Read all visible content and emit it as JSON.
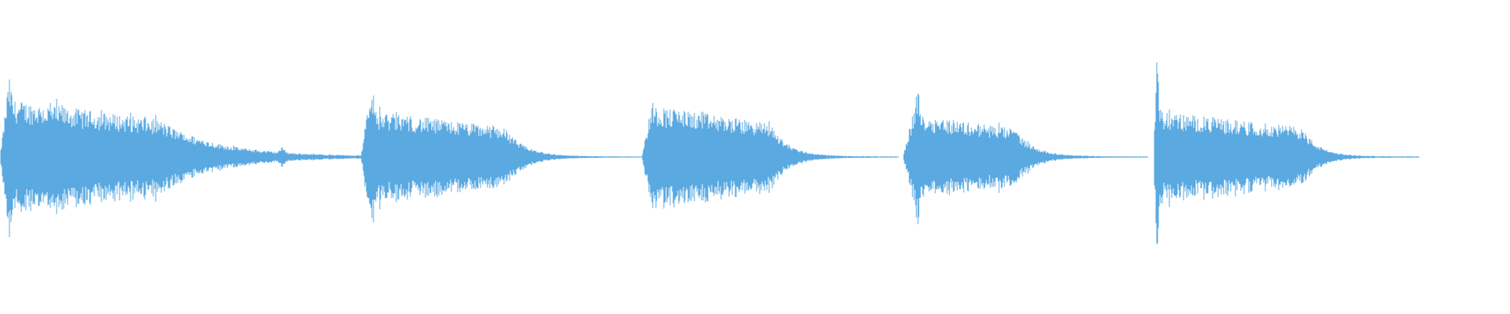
{
  "waveform": {
    "color": "#5aa9e1",
    "background": "#ffffff",
    "segments": [
      {
        "name": "hit-1",
        "start": 0.0,
        "attack": 0.006,
        "sustainEnd": 0.105,
        "tail": 0.37,
        "peak": 0.56,
        "body": 0.4,
        "residue": [
          0.136,
          0.148,
          0.187
        ]
      },
      {
        "name": "hit-2",
        "start": 0.239,
        "attack": 0.246,
        "sustainEnd": 0.334,
        "tail": 0.425,
        "peak": 0.56,
        "body": 0.32,
        "residue": [
          0.34,
          0.35
        ]
      },
      {
        "name": "hit-3",
        "start": 0.425,
        "attack": 0.432,
        "sustainEnd": 0.51,
        "tail": 0.595,
        "peak": 0.4,
        "body": 0.36,
        "residue": []
      },
      {
        "name": "hit-4",
        "start": 0.598,
        "attack": 0.608,
        "sustainEnd": 0.672,
        "tail": 0.76,
        "peak": 0.48,
        "body": 0.3,
        "residue": []
      },
      {
        "name": "hit-5",
        "start": 0.764,
        "attack": 0.766,
        "sustainEnd": 0.862,
        "tail": 0.94,
        "peak": 0.72,
        "body": 0.32,
        "residue": []
      }
    ]
  }
}
